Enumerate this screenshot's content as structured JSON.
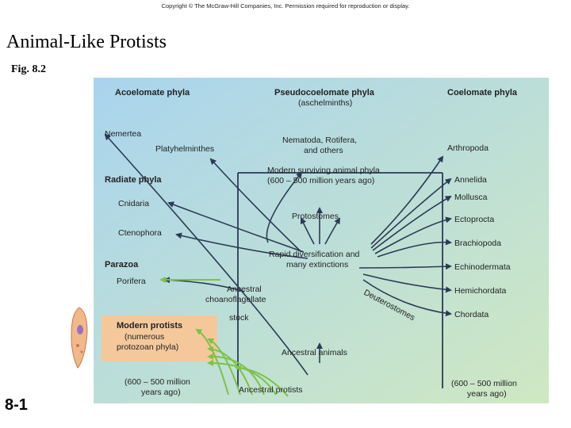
{
  "copyright": "Copyright © The McGraw-Hill Companies, Inc. Permission required for reproduction or display.",
  "title": "Animal-Like Protists",
  "figure_label": "Fig. 8.2",
  "slide_number": "8-1",
  "diagram": {
    "headers": {
      "acoelomate": "Acoelomate phyla",
      "pseudocoelomate": "Pseudocoelomate phyla",
      "pseudocoelomate_sub": "(aschelminths)",
      "coelomate": "Coelomate phyla"
    },
    "left_groups": {
      "nemertea": "Nemertea",
      "platyhelminthes": "Platyhelminthes",
      "radiate": "Radiate phyla",
      "cnidaria": "Cnidaria",
      "ctenophora": "Ctenophora",
      "parazoa": "Parazoa",
      "porifera": "Porifera"
    },
    "center": {
      "nematoda_1": "Nematoda, Rotifera,",
      "nematoda_2": "and others",
      "modern_1": "Modern surviving animal phyla",
      "modern_2": "(600 – 500 million years ago)",
      "protostomes": "Protostomes",
      "rapid_1": "Rapid diversification and",
      "rapid_2": "many extinctions",
      "choano_1": "Ancestral",
      "choano_2": "choanoflagellate",
      "choano_3": "stock",
      "deuterostomes": "Deuterostomes",
      "ancestral_animals": "Ancestral animals",
      "ancestral_protists": "Ancestral protists"
    },
    "right_phyla": [
      "Arthropoda",
      "Annelida",
      "Mollusca",
      "Ectoprocta",
      "Brachiopoda",
      "Echinodermata",
      "Hemichordata",
      "Chordata"
    ],
    "modern_protists": {
      "line1": "Modern protists",
      "line2": "(numerous",
      "line3": "protozoan phyla)"
    },
    "bottom_left_1": "(600 – 500 million",
    "bottom_left_2": "years ago)",
    "bottom_right_1": "(600 – 500 million",
    "bottom_right_2": "years ago)",
    "colors": {
      "bg_top_left": "#a9d4ee",
      "bg_bottom_right": "#cfe8c2",
      "protist_box": "#f5c89c",
      "green_arrows": "#7cc24a",
      "dark_lines": "#2b3a55"
    }
  }
}
